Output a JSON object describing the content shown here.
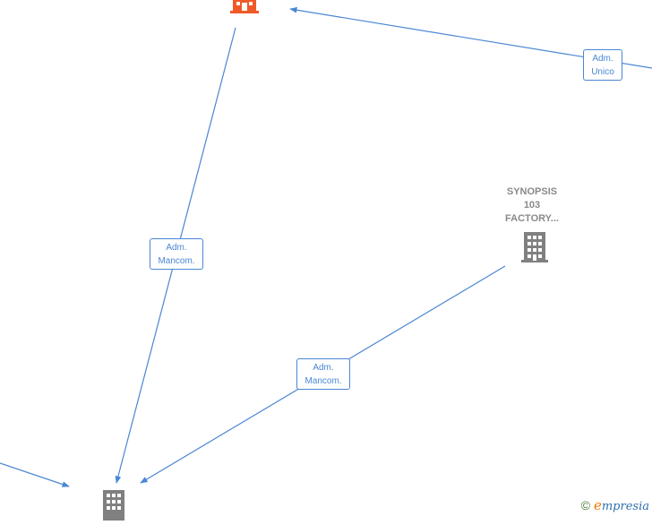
{
  "colors": {
    "edge": "#4a86d4",
    "node_company": "#808080",
    "node_focus": "#f05a28",
    "node_label": "#8a8a8a"
  },
  "nodes": {
    "focus_company": {
      "icon": "building-icon",
      "label": []
    },
    "synopsis": {
      "icon": "building-icon",
      "label": [
        "SYNOPSIS",
        "103",
        "FACTORY..."
      ]
    },
    "bottom_company": {
      "icon": "building-icon",
      "label": []
    }
  },
  "edges": {
    "adm_unico": [
      "Adm.",
      "Unico"
    ],
    "adm_mancom_1": [
      "Adm.",
      "Mancom."
    ],
    "adm_mancom_2": [
      "Adm.",
      "Mancom."
    ]
  },
  "watermark": {
    "copyright": "©",
    "brand_first": "e",
    "brand_rest": "mpresia"
  }
}
